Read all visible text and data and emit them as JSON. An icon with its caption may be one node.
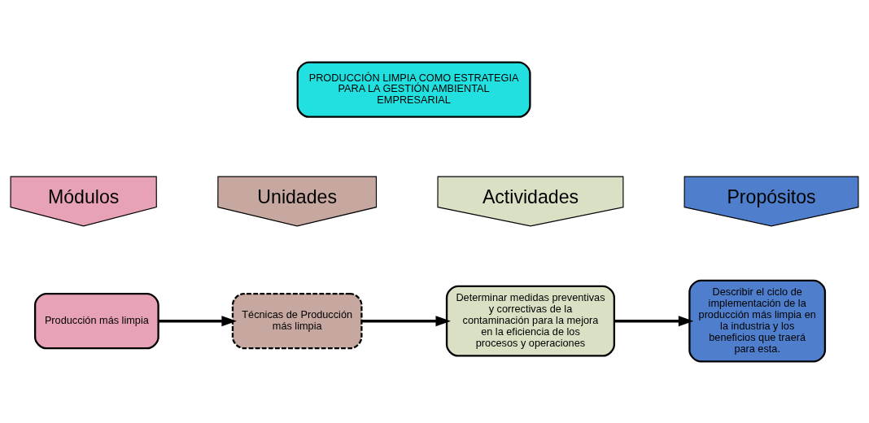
{
  "diagram": {
    "nodes": [
      {
        "text": [
          "PRODUCCIÓN LIMPIA COMO ESTRATEGIA PARA LA GESTIÓN AMBIENTAL EMPRESARIAL"
        ]
      },
      {
        "text": [
          "Módulos"
        ]
      },
      {
        "text": [
          "Unidades"
        ]
      },
      {
        "text": [
          "Actividades"
        ]
      },
      {
        "text": [
          "Propósitos"
        ]
      },
      {
        "text": [
          "Producción más limpia"
        ]
      },
      {
        "text": [
          "Técnicas de Producción más limpia"
        ]
      },
      {
        "text": [
          "Determinar medidas preventivas y correctivas de la contaminación para la mejora en la eficiencia de los procesos y operaciones"
        ]
      },
      {
        "text": [
          "Describir el ciclo de implementación de la producción más limpia en la industria y los beneficios que traerá para esta."
        ]
      }
    ],
    "edges": [
      {
        "from": 5,
        "to": 6,
        "arrow": "to"
      },
      {
        "from": 6,
        "to": 7,
        "arrow": "to"
      },
      {
        "from": 7,
        "to": 8,
        "arrow": "to"
      }
    ]
  }
}
